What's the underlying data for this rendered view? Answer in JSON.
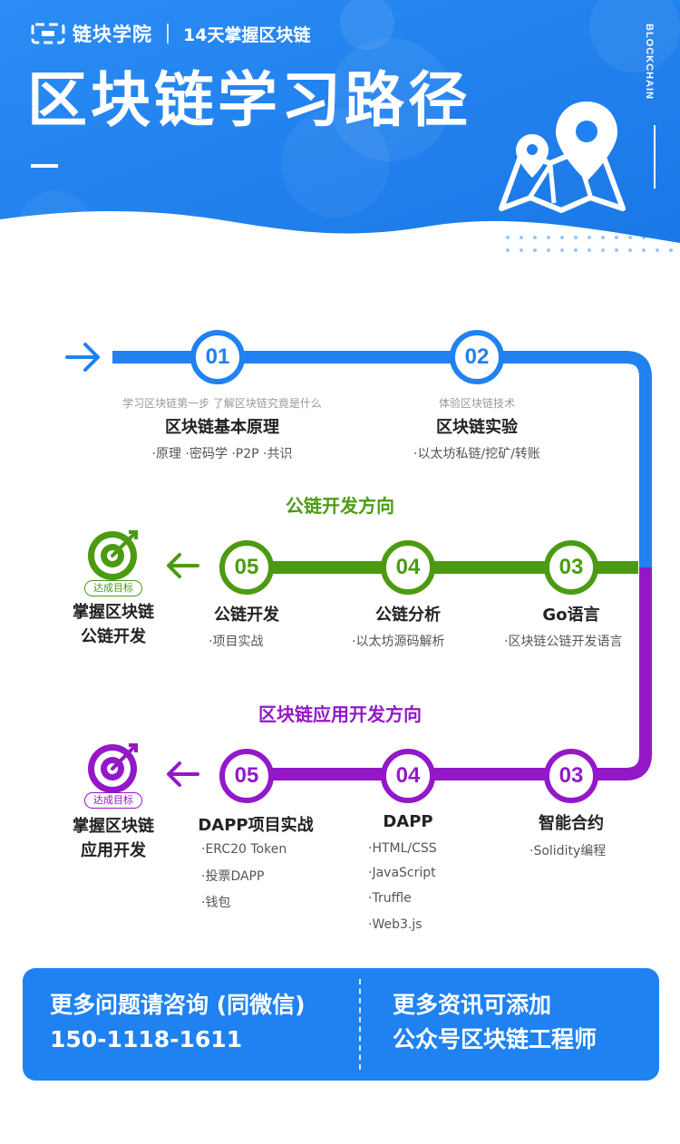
{
  "header": {
    "brand": "链块学院",
    "tagline": "14天掌握区块链",
    "title": "区块链学习路径",
    "side_text": "BLOCKCHAIN",
    "logo_icon": "chain-logo-icon",
    "map_icon": "map-pin-icon"
  },
  "colors": {
    "blue": "#1f82f0",
    "green": "#4c9a12",
    "purple": "#9418c8"
  },
  "steps": {
    "s01": {
      "num": "01",
      "subtitle": "学习区块链第一步 了解区块链究竟是什么",
      "title": "区块链基本原理",
      "bullets": "·原理  ·密码学  ·P2P  ·共识"
    },
    "s02": {
      "num": "02",
      "subtitle": "体验区块链技术",
      "title": "区块链实验",
      "bullets": "·以太坊私链/挖矿/转账"
    }
  },
  "public_chain": {
    "heading": "公链开发方向",
    "s03": {
      "num": "03",
      "title": "Go语言",
      "bullets": [
        "·区块链公链开发语言"
      ]
    },
    "s04": {
      "num": "04",
      "title": "公链分析",
      "bullets": [
        "·以太坊源码解析"
      ]
    },
    "s05": {
      "num": "05",
      "title": "公链开发",
      "bullets": [
        "·项目实战"
      ]
    },
    "goal_badge": "达成目标",
    "goal_line1": "掌握区块链",
    "goal_line2": "公链开发"
  },
  "dapp": {
    "heading": "区块链应用开发方向",
    "s03": {
      "num": "03",
      "title": "智能合约",
      "bullets": [
        "·Solidity编程"
      ]
    },
    "s04": {
      "num": "04",
      "title": "DAPP",
      "bullets": [
        "·HTML/CSS",
        "·JavaScript",
        "·Truffle",
        "·Web3.js"
      ]
    },
    "s05": {
      "num": "05",
      "title": "DAPP项目实战",
      "bullets": [
        "·ERC20 Token",
        "·投票DAPP",
        "·钱包"
      ]
    },
    "goal_badge": "达成目标",
    "goal_line1": "掌握区块链",
    "goal_line2": "应用开发"
  },
  "footer": {
    "left_line1": "更多问题请咨询 (同微信)",
    "left_line2": "150-1118-1611",
    "right_line1": "更多资讯可添加",
    "right_line2": "公众号区块链工程师"
  }
}
